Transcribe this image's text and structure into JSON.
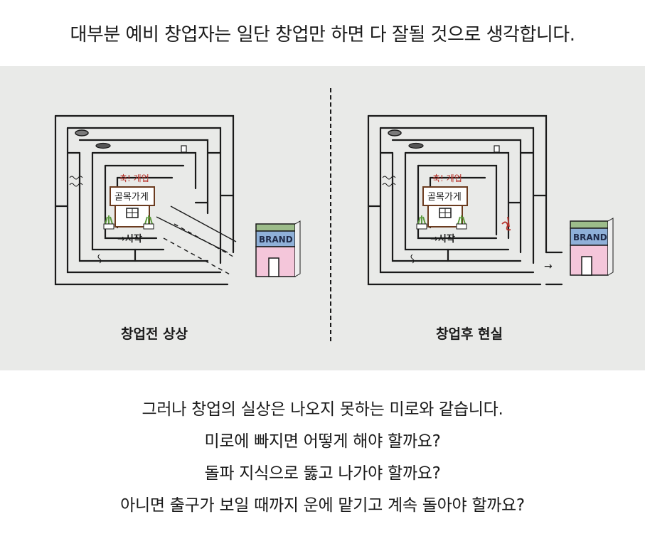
{
  "headline": "대부분 예비 창업자는 일단 창업만 하면 다 잘될 것으로 생각합니다.",
  "left_panel": {
    "caption": "창업전 상상",
    "sign_top": "축! 개업",
    "sign_name": "골목가게",
    "start_label": "→시작",
    "brand_label": "BRAND"
  },
  "right_panel": {
    "caption": "창업후  현실",
    "sign_top": "축! 개업",
    "sign_name": "골목가게",
    "start_label": "→시작",
    "brand_label": "BRAND",
    "arrow": "→"
  },
  "body": {
    "line1": "그러나 창업의 실상은 나오지 못하는 미로와 같습니다.",
    "line2": "미로에 빠지면 어떻게 해야 할까요?",
    "line3": "돌파 지식으로 뚫고 나가야 할까요?",
    "line4": "아니면 출구가 보일 때까지 운에 맡기고 계속 돌아야 할까요?"
  },
  "colors": {
    "panel_bg": "#e9eae8",
    "brand_roof": "#9cbc8a",
    "brand_sign": "#8fb0d8",
    "brand_body": "#f4c6da",
    "shop_brown": "#6b3b1f",
    "sign_red": "#b8322a",
    "plant_green": "#5d9a3e"
  }
}
